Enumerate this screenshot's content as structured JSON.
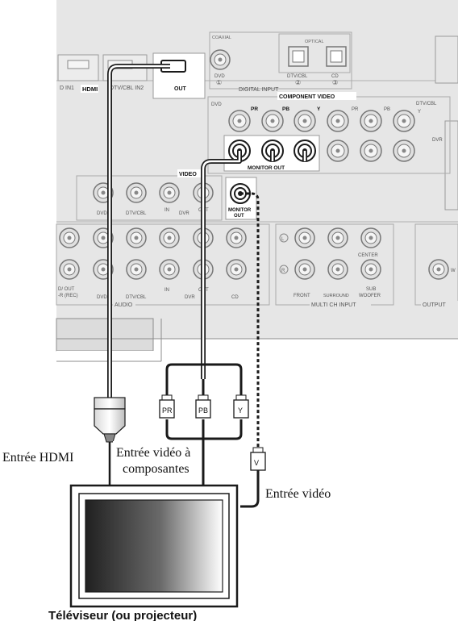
{
  "panel": {
    "hdmi": {
      "label": "HDMI",
      "in1": "D  IN1",
      "in2": "DTV/CBL  IN2",
      "out": "OUT"
    },
    "digital_input": {
      "title": "DIGITAL INPUT",
      "coaxial": "COAXIAL",
      "optical": "OPTICAL",
      "dvd": "DVD",
      "n1": "①",
      "dtv_cbl": "DTV/CBL",
      "n2": "②",
      "cd": "CD",
      "n3": "③"
    },
    "component_video": {
      "title": "COMPONENT VIDEO",
      "dvd": "DVD",
      "dtv_cbl": "DTV/CBL",
      "dvr": "DVR",
      "pr": "PR",
      "pb": "PB",
      "y": "Y",
      "pr2": "PR",
      "pb2": "PB",
      "y2": "Y",
      "monitor_out": "MONITOR OUT"
    },
    "video": {
      "title": "VIDEO",
      "dvd": "DVD",
      "dtv_cbl": "DTV/CBL",
      "in": "IN",
      "dvr": "DVR",
      "out": "OUT",
      "monitor": "MONITOR",
      "monitor_out": "OUT"
    },
    "audio": {
      "title": "AUDIO",
      "md_out": "D/  OUT",
      "cdr": "-R (REC)",
      "dvd": "DVD",
      "dtv_cbl": "DTV/CBL",
      "in": "IN",
      "dvr": "DVR",
      "out": "OUT",
      "cd": "CD"
    },
    "multi_ch": {
      "title": "MULTI CH INPUT",
      "l": "L",
      "r": "R",
      "front": "FRONT",
      "surround": "SURROUND",
      "center": "CENTER",
      "sub": "SUB",
      "woofer": "WOOFER"
    },
    "output": {
      "title": "OUTPUT",
      "w": "W"
    }
  },
  "plugs": {
    "pr": "PR",
    "pb": "PB",
    "y": "Y",
    "v": "V"
  },
  "labels": {
    "hdmi_input": "Entrée HDMI",
    "component_input_line1": "Entrée vidéo à",
    "component_input_line2": "composantes",
    "video_input": "Entrée vidéo",
    "tv_caption": "Téléviseur (ou projecteur)"
  },
  "colors": {
    "panel": "#e6e6e6",
    "panel_edge": "#8c8c8c",
    "cable": "#1a1a1a",
    "lower_band": "#d9d9d9"
  }
}
